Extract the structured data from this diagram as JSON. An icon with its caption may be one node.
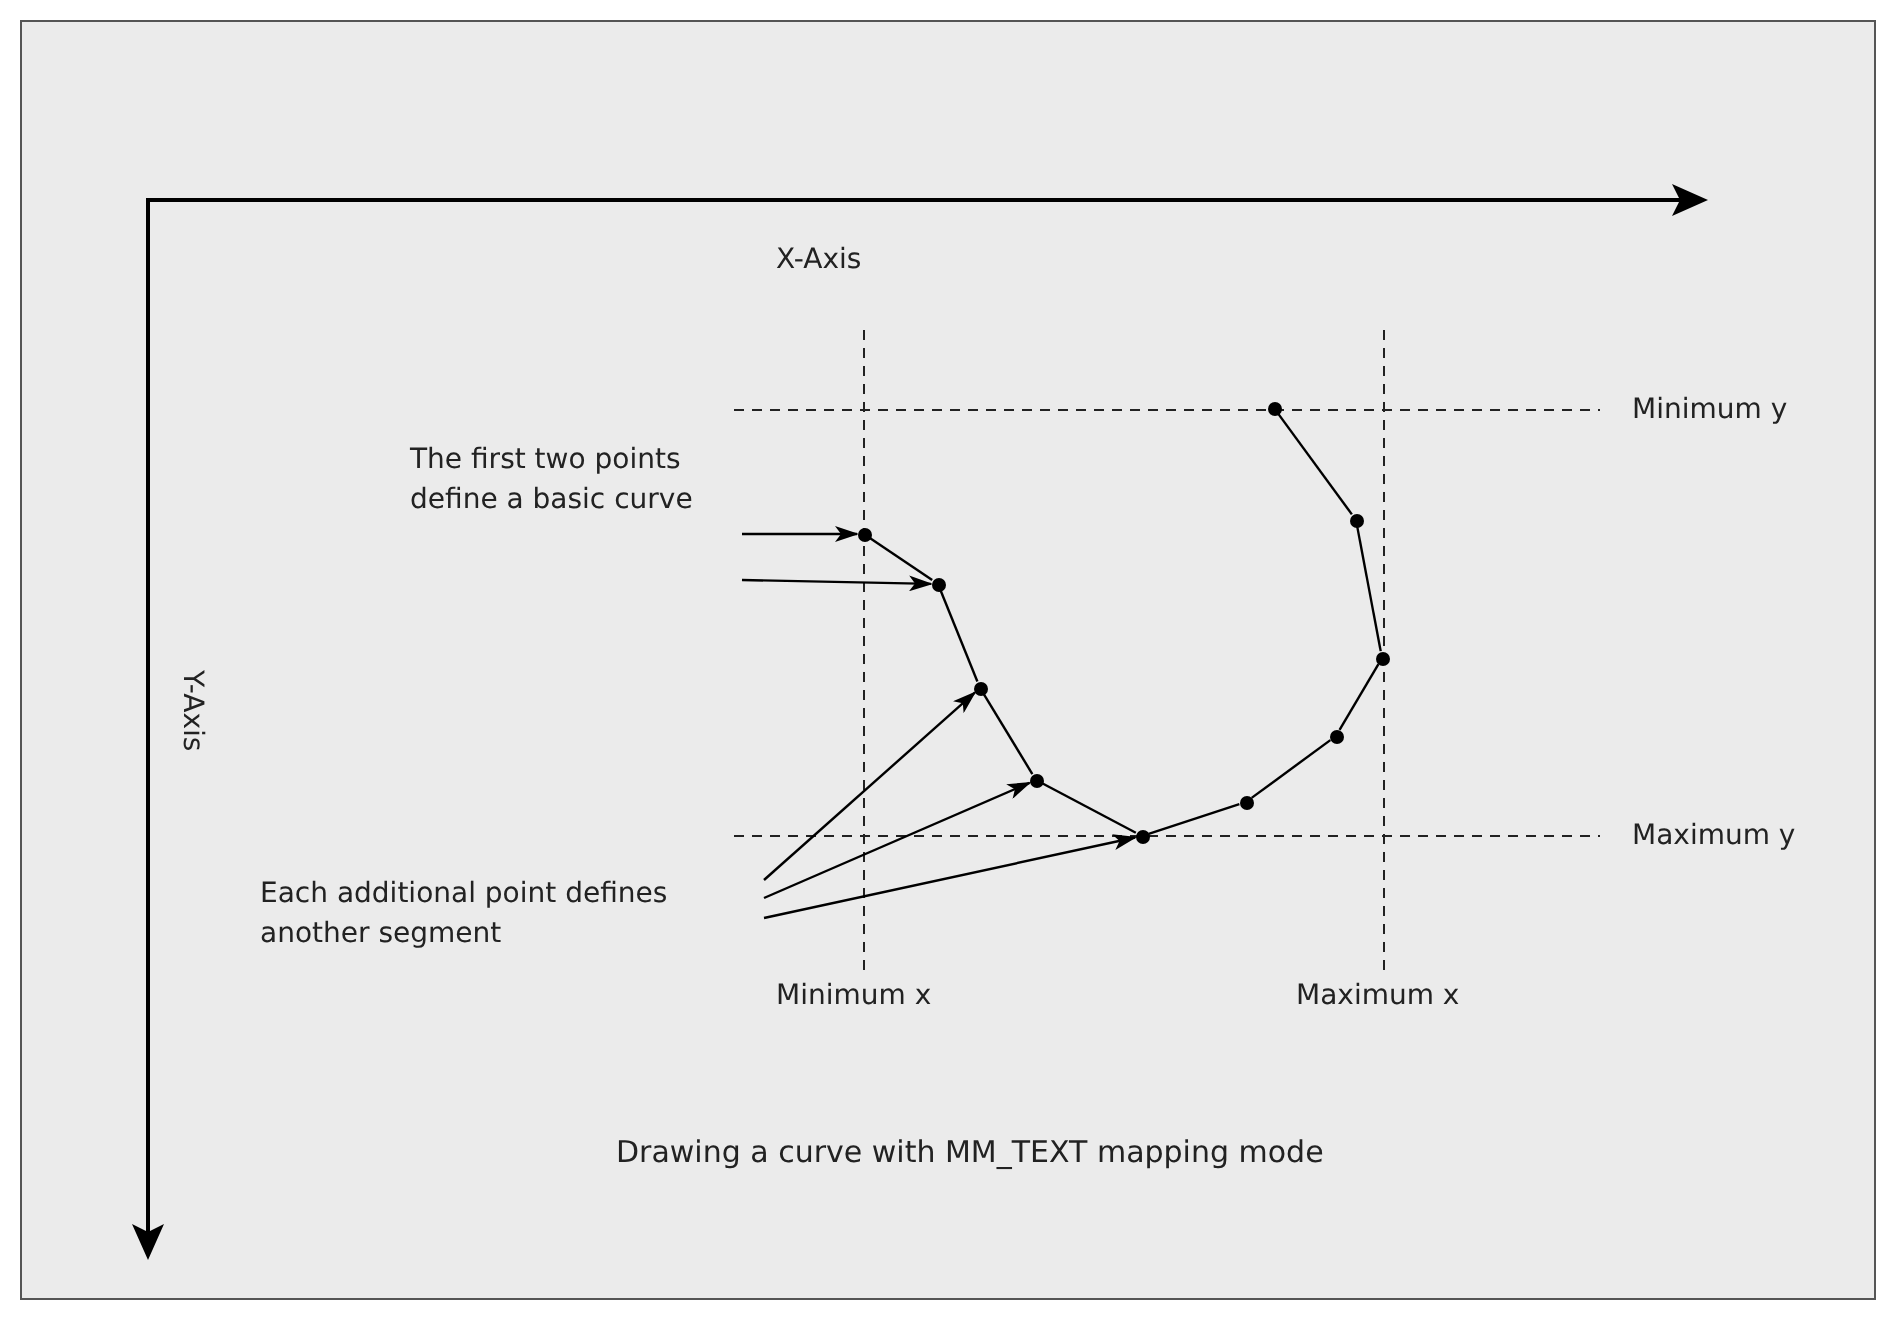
{
  "diagram": {
    "caption": "Drawing a curve with MM_TEXT mapping mode",
    "nodes": [
      {
        "text": [
          "The first two points define a basic curve"
        ]
      },
      {
        "text": [
          "Each additional point defines another segment"
        ]
      },
      {
        "text": [],
        "shape": "circle"
      },
      {
        "text": [],
        "shape": "circle"
      },
      {
        "text": [],
        "shape": "circle"
      },
      {
        "text": [],
        "shape": "circle"
      },
      {
        "text": [],
        "shape": "circle"
      },
      {
        "text": [],
        "shape": "circle"
      },
      {
        "text": [],
        "shape": "circle"
      },
      {
        "text": [],
        "shape": "circle"
      },
      {
        "text": [],
        "shape": "circle"
      },
      {
        "text": [],
        "shape": "circle"
      }
    ],
    "edges": [
      {
        "from": 0,
        "to": 2,
        "arrow": "to"
      },
      {
        "from": 0,
        "to": 3,
        "arrow": "to"
      },
      {
        "from": 1,
        "to": 4,
        "arrow": "to"
      },
      {
        "from": 1,
        "to": 5,
        "arrow": "to"
      },
      {
        "from": 1,
        "to": 6,
        "arrow": "to"
      },
      {
        "from": 2,
        "to": 3,
        "arrow": "none"
      },
      {
        "from": 3,
        "to": 4,
        "arrow": "none"
      },
      {
        "from": 4,
        "to": 5,
        "arrow": "none"
      },
      {
        "from": 5,
        "to": 6,
        "arrow": "none"
      },
      {
        "from": 6,
        "to": 7,
        "arrow": "none"
      },
      {
        "from": 7,
        "to": 8,
        "arrow": "none"
      },
      {
        "from": 8,
        "to": 9,
        "arrow": "none"
      },
      {
        "from": 9,
        "to": 10,
        "arrow": "none"
      },
      {
        "from": 10,
        "to": 11,
        "arrow": "none"
      }
    ],
    "labels": [
      "X-Axis",
      "Y-Axis",
      "Minimum y",
      "Maximum y",
      "Minimum x",
      "Maximum x"
    ]
  }
}
